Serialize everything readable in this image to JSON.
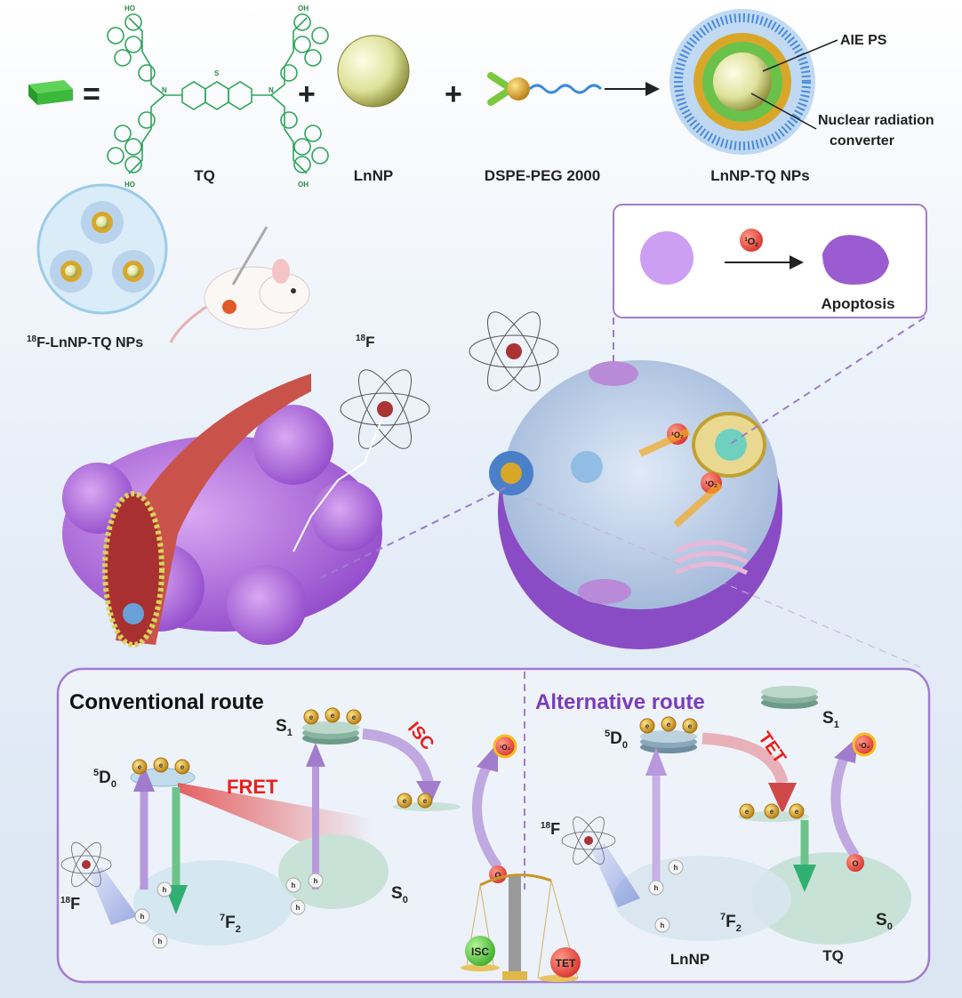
{
  "top": {
    "equals": "=",
    "plus": "+",
    "tq_label": "TQ",
    "lnnp_label": "LnNP",
    "dspe_label": "DSPE-PEG 2000",
    "product_label": "LnNP-TQ NPs",
    "aie_ps": "AIE PS",
    "converter_line1": "Nuclear radiation",
    "converter_line2": "converter",
    "tq_atoms": {
      "oh": "HO",
      "oh2": "OH",
      "n": "N",
      "s": "S"
    }
  },
  "middle": {
    "injected_label": {
      "sup": "18",
      "main": "F-LnNP-TQ NPs"
    },
    "isotope_label": {
      "sup": "18",
      "main": "F"
    },
    "singlet_oxygen": {
      "sup": "1",
      "main": "O",
      "sub": "2"
    },
    "apoptosis": "Apoptosis"
  },
  "bottom": {
    "conventional_title": "Conventional route",
    "alternative_title": "Alternative route",
    "fret": "FRET",
    "isc": "ISC",
    "tet": "TET",
    "d0": {
      "sup": "5",
      "main": "D",
      "sub": "0"
    },
    "f2": {
      "sup": "7",
      "main": "F",
      "sub": "2"
    },
    "s1": {
      "main": "S",
      "sub": "1"
    },
    "s0": {
      "main": "S",
      "sub": "0"
    },
    "f18": {
      "sup": "18",
      "main": "F"
    },
    "electron": "e",
    "hole": "h",
    "o2": "O",
    "singlet_o2": "¹O₂",
    "balance_isc": "ISC",
    "balance_tet": "TET",
    "lnnp_caption": "LnNP",
    "tq_caption": "TQ"
  },
  "colors": {
    "purple": "#8a5cc4",
    "green": "#2fa55a",
    "red": "#e8201c",
    "frame": "#a27ccc"
  }
}
